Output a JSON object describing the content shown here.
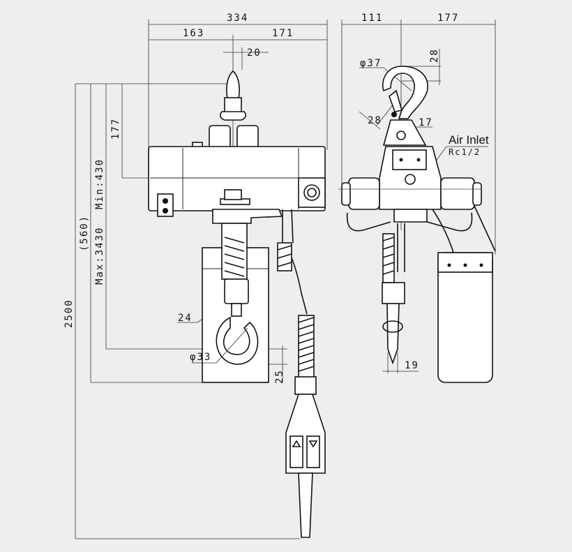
{
  "diagram": {
    "title": "Air hoist dimension drawing",
    "front_view": {
      "dims": {
        "overall_width": "334",
        "left_width": "163",
        "right_width": "171",
        "hook_offset": "20",
        "hook_to_center": "177",
        "headroom": "(560)",
        "max_lift": "Max:3430",
        "min_lift": "Min:430",
        "pendant_length": "2500",
        "hook_throat": "24",
        "hook_diameter": "φ33",
        "hook_bottom": "25"
      }
    },
    "side_view": {
      "dims": {
        "left_width": "111",
        "right_width": "177",
        "top_hook_diameter": "φ37",
        "top_hook_height": "28",
        "top_hook_throat": "28",
        "top_hook_offset": "17",
        "bottom_hook_offset": "19"
      },
      "air_inlet_label": "Air Inlet",
      "air_inlet_spec": "Rc1/2"
    }
  }
}
